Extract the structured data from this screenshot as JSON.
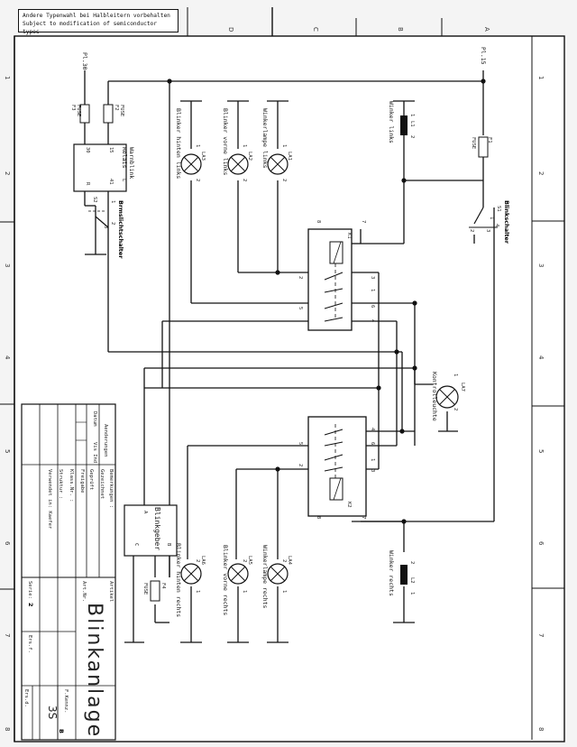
{
  "note": {
    "line1": "Andere Typenwahl bei Halbleitern vorbehalten",
    "line2": "Subject to modification of semiconductor types"
  },
  "grid": {
    "columns": [
      "D",
      "C",
      "B",
      "A"
    ],
    "rows": [
      "1",
      "2",
      "3",
      "4",
      "5",
      "6",
      "7",
      "8"
    ]
  },
  "terminals": {
    "pl30": "Pl.30",
    "pl15": "Pl.15"
  },
  "fuses": {
    "f1": "F1",
    "f2": "F2",
    "f3": "F3",
    "f4": "F4",
    "fuse_text": "FUSE"
  },
  "warnblink_relais": {
    "title1": "Warnblink",
    "title2": "Relais",
    "pin30": "30",
    "pin15": "15",
    "pinL": "L",
    "pin41": "41",
    "pinR": "R"
  },
  "s2": {
    "id": "S2",
    "label": "Brmslichtschalter",
    "p1": "1",
    "p2": "2",
    "p3": "3"
  },
  "s1": {
    "id": "S1",
    "label": "Blinkschalter",
    "p1": "1",
    "p2": "2",
    "p3": "3",
    "p4": "4"
  },
  "lamps_top": [
    {
      "id": "LA3",
      "label": "Blinker hinten links",
      "p1": "1",
      "p2": "2"
    },
    {
      "id": "LA2",
      "label": "Blinker vorne links",
      "p1": "1",
      "p2": "2"
    },
    {
      "id": "LA1",
      "label": "Winkerlampe links",
      "p1": "1",
      "p2": "2"
    }
  ],
  "lamps_bottom": [
    {
      "id": "LA6",
      "label": "Blinker hinten rechts",
      "p1": "1",
      "p2": "2"
    },
    {
      "id": "LA5",
      "label": "Blinker vorne rechts",
      "p1": "1",
      "p2": "2"
    },
    {
      "id": "LA4",
      "label": "Winkerlampe rechts",
      "p1": "1",
      "p2": "2"
    }
  ],
  "l1": {
    "id": "L1",
    "label": "Winker links",
    "p1": "1",
    "p2": "2"
  },
  "l2": {
    "id": "L2",
    "label": "Winker rechts",
    "p1": "1",
    "p2": "2"
  },
  "la7": {
    "id": "LA7",
    "label": "Kontrolleuchte",
    "p1": "1",
    "p2": "2"
  },
  "k1": {
    "id": "K1",
    "pins": [
      "8",
      "7",
      "2",
      "5",
      "3",
      "1",
      "6",
      "4"
    ]
  },
  "k2": {
    "id": "K2",
    "pins": [
      "5",
      "2",
      "8",
      "4",
      "6",
      "1",
      "3",
      "7"
    ]
  },
  "blinkgeber": {
    "title": "Blinkgeber",
    "a": "A",
    "b": "B",
    "c": "C"
  },
  "titleblock": {
    "aenderungen": "Aenderungen",
    "datum": "Datum",
    "vis_ind": "Vis Ind",
    "bemerkungen": "Bemerkungen :",
    "gezeichnet": "Gezeichnet",
    "geprueft": "Geprüft",
    "freigabe": "Freigabe",
    "klass_nr": "Klass.Nr. :",
    "struktur": "Struktur :",
    "verwendet": "Verwendet in: Kaefer",
    "artikel": "Artikel",
    "art_nr": "Art.Nr.",
    "title": "Blinkanlage",
    "serie_label": "Serie:",
    "serie_value": "2",
    "ers_f": "Ers.f.",
    "ers_d": "Ers.d.",
    "f_kennz": "F.Kennz.",
    "kennz_value": "3S",
    "blatt": "B"
  }
}
